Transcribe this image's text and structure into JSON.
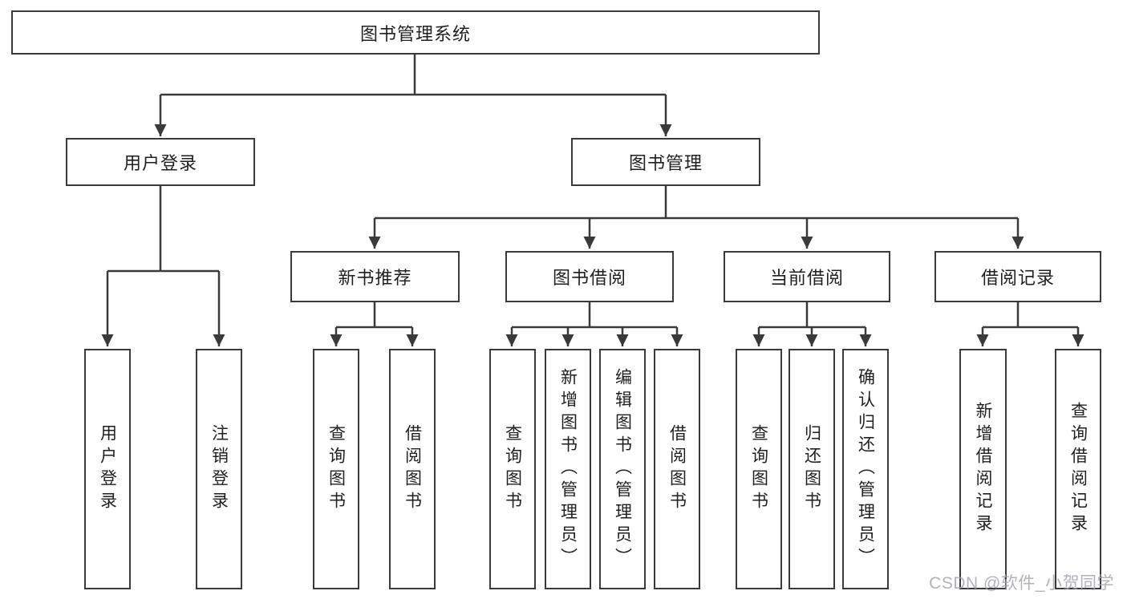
{
  "diagram_title": "图书管理系统",
  "tree": {
    "label": "图书管理系统",
    "children": [
      {
        "label": "用户登录",
        "children": [
          {
            "label": "用户登录"
          },
          {
            "label": "注销登录"
          }
        ]
      },
      {
        "label": "图书管理",
        "children": [
          {
            "label": "新书推荐",
            "children": [
              {
                "label": "查询图书"
              },
              {
                "label": "借阅图书"
              }
            ]
          },
          {
            "label": "图书借阅",
            "children": [
              {
                "label": "查询图书"
              },
              {
                "label": "新增图书（管理员）"
              },
              {
                "label": "编辑图书（管理员）"
              },
              {
                "label": "借阅图书"
              }
            ]
          },
          {
            "label": "当前借阅",
            "children": [
              {
                "label": "查询图书"
              },
              {
                "label": "归还图书"
              },
              {
                "label": "确认归还（管理员）"
              }
            ]
          },
          {
            "label": "借阅记录",
            "children": [
              {
                "label": "新增借阅记录"
              },
              {
                "label": "查询借阅记录"
              }
            ]
          }
        ]
      }
    ]
  },
  "watermark": "CSDN @软件_小贺同学",
  "colors": {
    "background": "#ffffff",
    "line": "#3a3a3a",
    "box_border": "#3a3a3a",
    "box_fill": "#ffffff",
    "text": "#1f1f1f",
    "watermark": "#a5a5ac"
  }
}
